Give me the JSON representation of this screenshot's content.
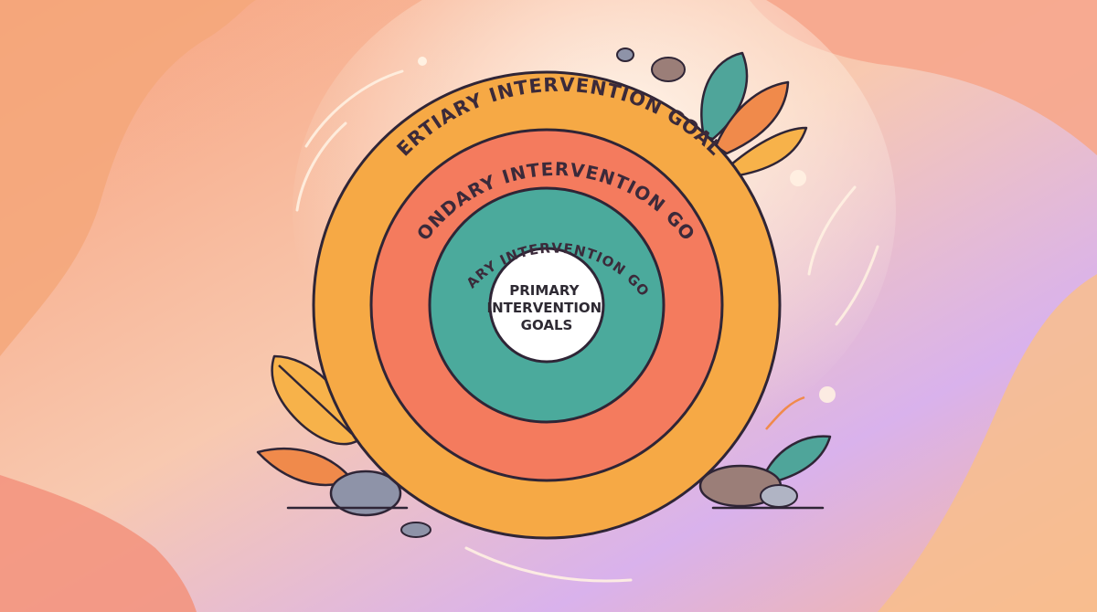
{
  "diagram": {
    "outer_ring_label": "TERTIARY INTERVENTION GOALS",
    "middle_ring_label": "SECONDARY INTERVENTION GOALS",
    "inner_ring_label": "PRIMARY INTERVENTION GOALS",
    "center_label_lines": [
      "PRIMARY",
      "INTERVENTION",
      "GOALS"
    ]
  },
  "colors": {
    "outer_ring": "#F6A945",
    "middle_ring": "#F47B5E",
    "inner_ring": "#4BAA9C",
    "center": "#FFFFFF",
    "outline": "#2F2536",
    "leaf_teal": "#4FA59A",
    "leaf_orange": "#F08A4B",
    "leaf_yellow": "#F7B24A",
    "rock": "#8E93A8"
  }
}
